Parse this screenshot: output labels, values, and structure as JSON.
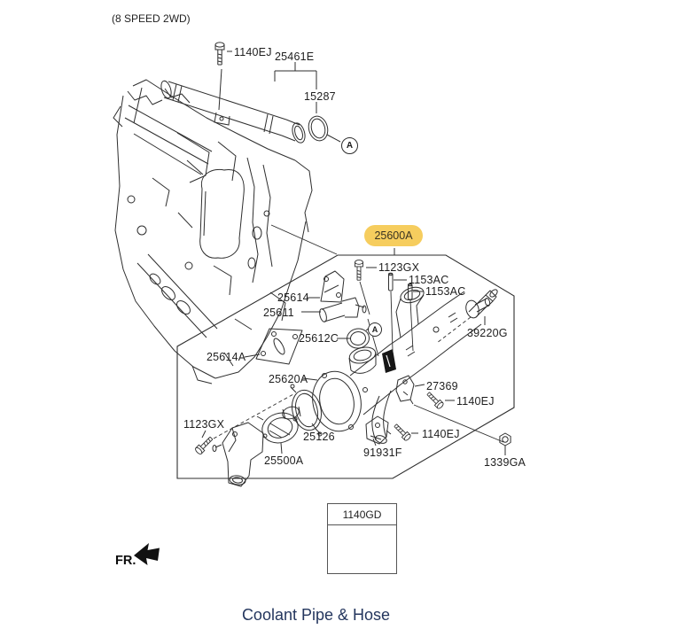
{
  "page": {
    "variant_note": "(8 SPEED 2WD)",
    "title": "Coolant Pipe & Hose",
    "fr_label": "FR."
  },
  "colors": {
    "highlight_fill": "#f6cd5e",
    "title_text": "#24365e",
    "line_art": "#2e2e2e"
  },
  "highlighted_callout": {
    "code": "25600A"
  },
  "reference_box": {
    "code": "1140GD",
    "icon": "bolt-icon"
  },
  "view_markers": {
    "upper": "A",
    "lower": "A"
  },
  "callouts": [
    {
      "code": "1140EJ"
    },
    {
      "code": "25461E"
    },
    {
      "code": "15287"
    },
    {
      "code": "1123GX"
    },
    {
      "code": "1153AC"
    },
    {
      "code": "1153AC"
    },
    {
      "code": "25614"
    },
    {
      "code": "25611"
    },
    {
      "code": "25612C"
    },
    {
      "code": "25614A"
    },
    {
      "code": "25620A"
    },
    {
      "code": "39220G"
    },
    {
      "code": "27369"
    },
    {
      "code": "1140EJ"
    },
    {
      "code": "1140EJ"
    },
    {
      "code": "91931F"
    },
    {
      "code": "25126"
    },
    {
      "code": "25500A"
    },
    {
      "code": "1123GX"
    },
    {
      "code": "1339GA"
    }
  ]
}
